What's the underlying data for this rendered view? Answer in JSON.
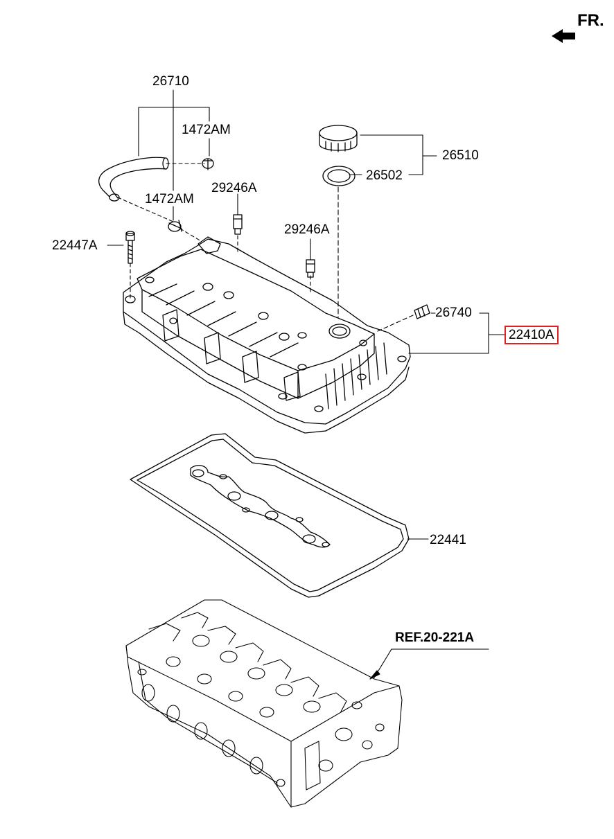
{
  "orientation": {
    "label": "FR."
  },
  "highlight_color": "#e02020",
  "labels": {
    "hose": "26710",
    "clamp_top": "1472AM",
    "clamp_bottom": "1472AM",
    "cap": "26510",
    "cap_gasket": "26502",
    "stud_left": "29246A",
    "stud_right": "29246A",
    "bolt": "22447A",
    "pcv_valve": "26740",
    "cover_assy": "22410A",
    "cover_gasket": "22441",
    "cylinder_head_ref": "REF.20-221A"
  }
}
